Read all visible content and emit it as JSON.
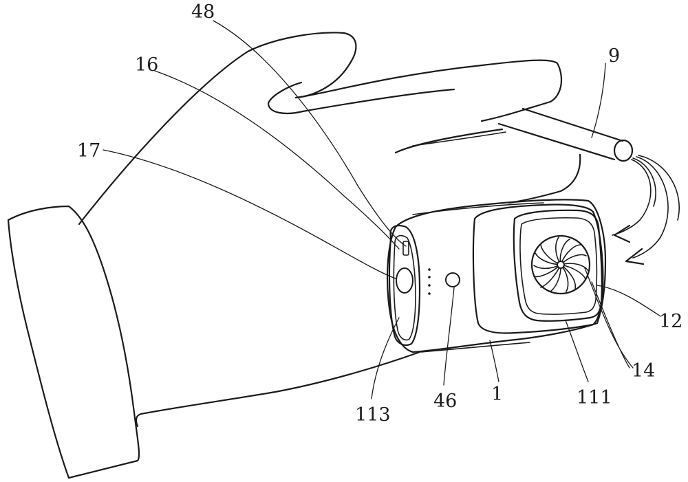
{
  "labels": {
    "l48": "48",
    "l16": "16",
    "l17": "17",
    "l9": "9",
    "l12": "12",
    "l14": "14",
    "l111": "111",
    "l1": "1",
    "l46": "46",
    "l113": "113"
  }
}
